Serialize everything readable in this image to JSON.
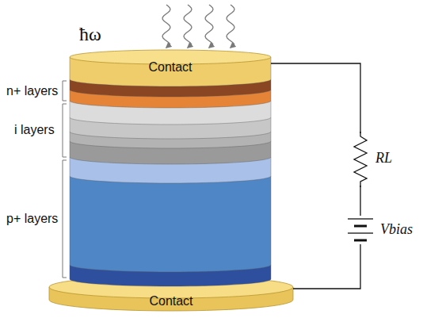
{
  "diagram": {
    "nodes": [
      {
        "text": [
          "Contact"
        ]
      },
      {
        "text": [
          "Contact"
        ]
      }
    ],
    "edges": [
      {
        "from": 0,
        "to": 1,
        "arrow": "none"
      }
    ],
    "labels": [
      "ħω",
      "n+ layers",
      "i layers",
      "p+ layers",
      "RL",
      "Vbias"
    ]
  }
}
